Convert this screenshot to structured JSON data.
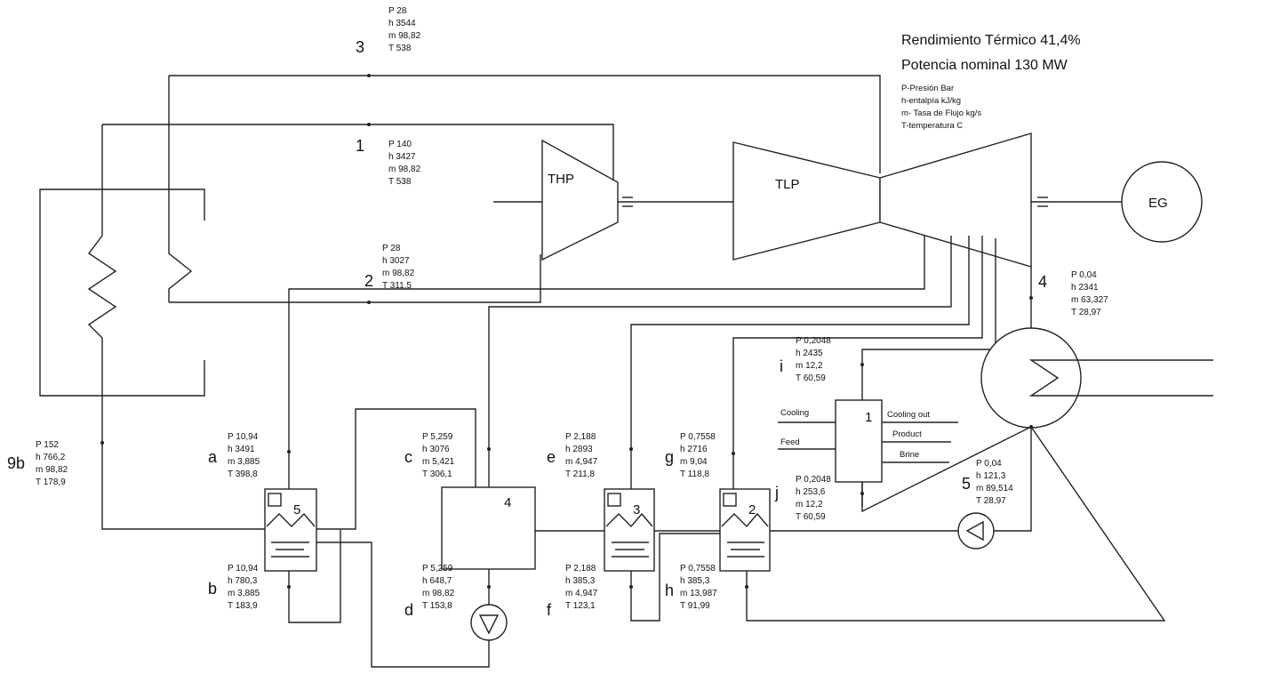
{
  "header": {
    "efficiency": "Rendimiento Térmico  41,4%",
    "power": "Potencia nominal 130 MW"
  },
  "legend": [
    "P-Presión Bar",
    "h-entalpía kJ/kg",
    "m- Tasa de Flujo kg/s",
    "T-temperatura C"
  ],
  "equipment": {
    "hp_turbine": "THP",
    "lp_turbine": "TLP",
    "generator": "EG",
    "heater_5": "5",
    "heater_4": "4",
    "heater_3": "3",
    "heater_2": "2",
    "desal_unit": "1",
    "desal_cooling_in": "Cooling",
    "desal_cooling_out": "Cooling out",
    "desal_feed": "Feed",
    "desal_product": "Product",
    "desal_brine": "Brine"
  },
  "states": {
    "s3": {
      "label": "3",
      "P": "P 28",
      "h": "h 3544",
      "m": "m 98,82",
      "T": "T 538"
    },
    "s1": {
      "label": "1",
      "P": "P 140",
      "h": "h 3427",
      "m": "m 98,82",
      "T": "T  538"
    },
    "s2": {
      "label": "2",
      "P": "P 28",
      "h": "h 3027",
      "m": "m 98,82",
      "T": "T 311,5"
    },
    "s4": {
      "label": "4",
      "P": "P 0,04",
      "h": "h 2341",
      "m": "m 63,327",
      "T": "T 28,97"
    },
    "si": {
      "label": "i",
      "P": "P 0,2048",
      "h": "h 2435",
      "m": "m 12,2",
      "T": "T 60,59"
    },
    "sj": {
      "label": "j",
      "P": "P 0,2048",
      "h": "h 253,6",
      "m": "m 12,2",
      "T": "T 60,59"
    },
    "s5": {
      "label": "5",
      "P": "P 0,04",
      "h": "h 121,3",
      "m": "m 89,514",
      "T": "T 28,97"
    },
    "s9b": {
      "label": "9b",
      "P": "P 152",
      "h": "h 766,2",
      "m": "m 98,82",
      "T": "T 178,9"
    },
    "sa": {
      "label": "a",
      "P": "P 10,94",
      "h": "h 3491",
      "m": "m 3,885",
      "T": "T 398,8"
    },
    "sb": {
      "label": "b",
      "P": "P 10,94",
      "h": "h 780,3",
      "m": "m 3,885",
      "T": "T 183,9"
    },
    "sc": {
      "label": "c",
      "P": "P 5,259",
      "h": "h 3076",
      "m": "m 5,421",
      "T": "T 306,1"
    },
    "sd": {
      "label": "d",
      "P": "P 5,259",
      "h": "h 648,7",
      "m": "m 98,82",
      "T": "T 153,8"
    },
    "se": {
      "label": "e",
      "P": "P 2,188",
      "h": "h 2893",
      "m": "m 4,947",
      "T": "T 211,8"
    },
    "sf": {
      "label": "f",
      "P": "P 2,188",
      "h": "h 385,3",
      "m": "m 4,947",
      "T": "T 123,1"
    },
    "sg": {
      "label": "g",
      "P": "P 0,7558",
      "h": "h 2716",
      "m": "m 9,04",
      "T": "T 118,8"
    },
    "sh": {
      "label": "h",
      "P": "P 0,7558",
      "h": "h 385,3",
      "m": "m 13,987",
      "T": "T 91,99"
    }
  }
}
